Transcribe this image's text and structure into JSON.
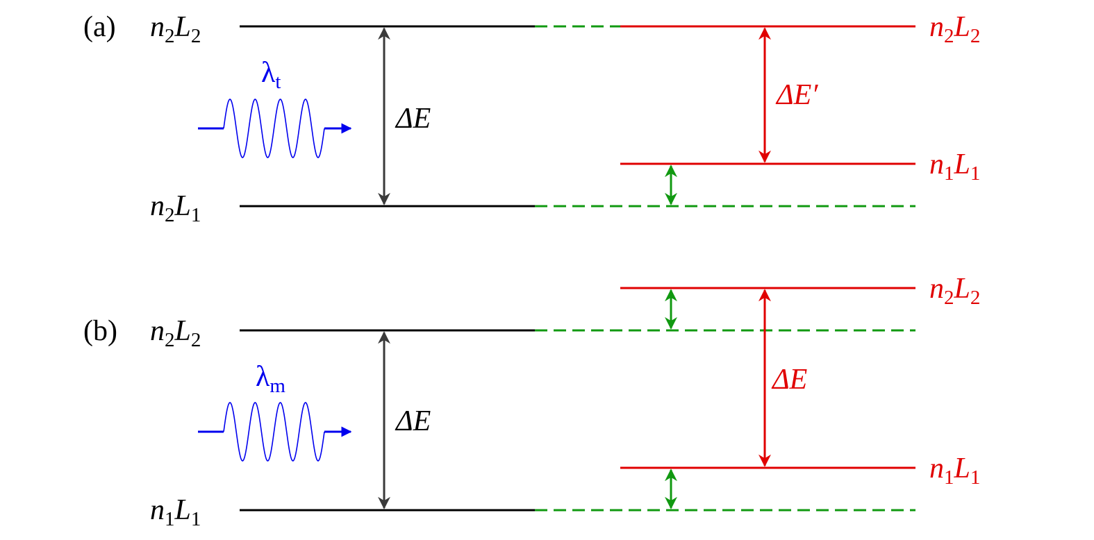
{
  "colors": {
    "black": "#000000",
    "gray": "#3a3a3a",
    "red": "#e00000",
    "green": "#119911",
    "blue": "#0000ee"
  },
  "panel_a": {
    "tag": "(a)",
    "left_upper": {
      "n": "n",
      "n_sub": "2",
      "L": "L",
      "L_sub": "2"
    },
    "left_lower": {
      "n": "n",
      "n_sub": "2",
      "L": "L",
      "L_sub": "1"
    },
    "right_upper": {
      "n": "n",
      "n_sub": "2",
      "L": "L",
      "L_sub": "2"
    },
    "right_lower": {
      "n": "n",
      "n_sub": "1",
      "L": "L",
      "L_sub": "1"
    },
    "wave_label": {
      "sym": "λ",
      "sub": "t"
    },
    "gap_left": "ΔE",
    "gap_right": "ΔE′"
  },
  "panel_b": {
    "tag": "(b)",
    "left_upper": {
      "n": "n",
      "n_sub": "2",
      "L": "L",
      "L_sub": "2"
    },
    "left_lower": {
      "n": "n",
      "n_sub": "1",
      "L": "L",
      "L_sub": "1"
    },
    "right_upper": {
      "n": "n",
      "n_sub": "2",
      "L": "L",
      "L_sub": "2"
    },
    "right_lower": {
      "n": "n",
      "n_sub": "1",
      "L": "L",
      "L_sub": "1"
    },
    "wave_label": {
      "sym": "λ",
      "sub": "m"
    },
    "gap_left": "ΔE",
    "gap_right": "ΔE"
  }
}
